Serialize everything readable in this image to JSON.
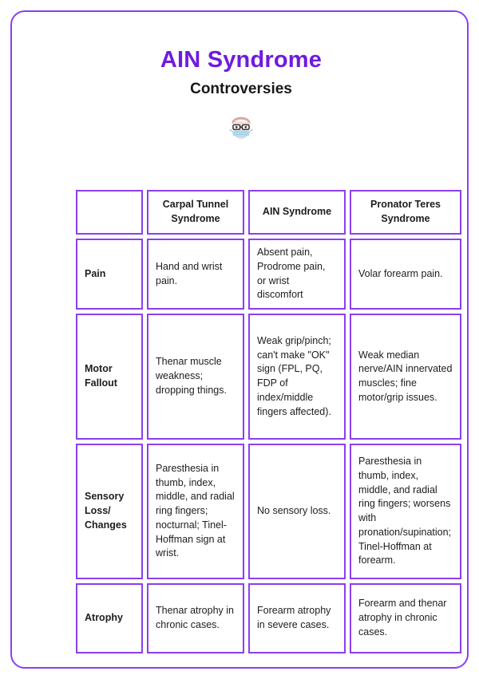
{
  "page": {
    "title": "AIN Syndrome",
    "subtitle": "Controversies",
    "accent_color": "#6f1ae0",
    "border_color": "#8b3ff0",
    "hero_icon": "face-with-medical-mask-and-glasses-emoji"
  },
  "table": {
    "corner_label": "",
    "columns": [
      "Carpal Tunnel Syndrome",
      "AIN Syndrome",
      "Pronator Teres Syndrome"
    ],
    "rows": [
      {
        "label": "Pain",
        "cells": [
          "Hand and wrist pain.",
          "Absent pain, Prodrome pain, or wrist discomfort",
          "Volar forearm pain."
        ]
      },
      {
        "label": "Motor Fallout",
        "cells": [
          "Thenar muscle weakness; dropping things.",
          "Weak grip/pinch; can't make \"OK\" sign (FPL, PQ, FDP of index/middle fingers affected).",
          "Weak median nerve/AIN innervated muscles; fine motor/grip issues."
        ]
      },
      {
        "label": "Sensory Loss/ Changes",
        "cells": [
          "Paresthesia in thumb, index, middle, and radial ring fingers; nocturnal; Tinel-Hoffman sign at wrist.",
          "No sensory loss.",
          "Paresthesia in thumb, index, middle, and radial ring fingers; worsens with pronation/supination; Tinel-Hoffman at forearm."
        ]
      },
      {
        "label": "Atrophy",
        "cells": [
          "Thenar atrophy in chronic cases.",
          "Forearm atrophy in severe cases.",
          "Forearm and thenar atrophy in chronic cases."
        ]
      }
    ]
  }
}
